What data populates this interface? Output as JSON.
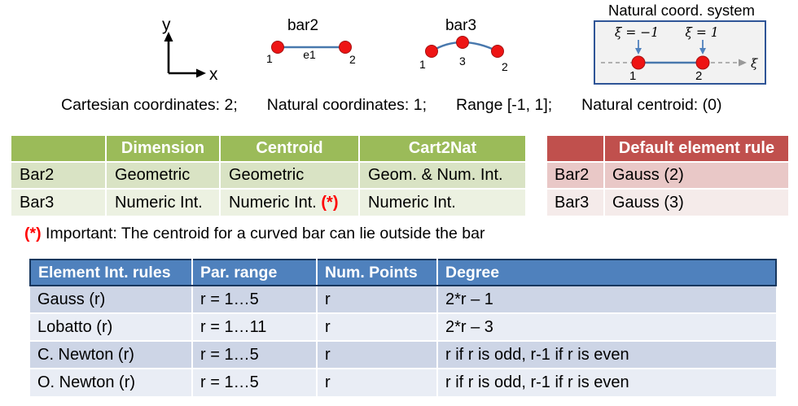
{
  "colors": {
    "green_header": "#9BBB59",
    "green_row_dark": "#D9E3C4",
    "green_row_light": "#ECF1E1",
    "red_header": "#C0504D",
    "red_row_dark": "#E9C8C7",
    "red_row_light": "#F5EBEA",
    "blue_header": "#4F81BD",
    "blue_row_dark": "#CDD5E6",
    "blue_row_light": "#E9EDF5",
    "navy": "#17375E",
    "bar_blue": "#4878AD",
    "node_red": "#EE1414",
    "node_red_edge": "#A51212",
    "arrow_blue": "#4F81BD",
    "box_border": "#2F5597",
    "box_fill": "#F2F2F2",
    "dash_gray": "#999999",
    "marker_red": "#FF0000"
  },
  "diagrams": {
    "axes": {
      "y_label": "y",
      "x_label": "x"
    },
    "bar2": {
      "title": "bar2",
      "node1_label": "1",
      "element_label": "e1",
      "node2_label": "2"
    },
    "bar3": {
      "title": "bar3",
      "node1_label": "1",
      "node3_label": "3",
      "node2_label": "2"
    },
    "natural_box": {
      "title": "Natural coord. system",
      "xi_minus_label": "ξ = −1",
      "xi_plus_label": "ξ = 1",
      "node1_label": "1",
      "node2_label": "2",
      "axis_label": "ξ"
    }
  },
  "coords_line": {
    "segments": [
      "Cartesian coordinates: 2;",
      "Natural coordinates: 1;",
      "Range [-1, 1];",
      "Natural centroid: (0)"
    ]
  },
  "green_table": {
    "headers": [
      "",
      "Dimension",
      "Centroid",
      "Cart2Nat"
    ],
    "rows": [
      [
        "Bar2",
        "Geometric",
        "Geometric",
        "Geom. & Num. Int."
      ],
      [
        "Bar3",
        "Numeric Int.",
        "Numeric Int.",
        "Numeric Int."
      ]
    ],
    "centroid_marker": "(*)"
  },
  "red_table": {
    "headers": [
      "",
      "Default element rule"
    ],
    "rows": [
      [
        "Bar2",
        "Gauss (2)"
      ],
      [
        "Bar3",
        "Gauss (3)"
      ]
    ]
  },
  "note": {
    "marker": "(*)",
    "text": "Important: The centroid for a curved bar can lie outside the bar"
  },
  "rules_table": {
    "headers": [
      "Element Int. rules",
      "Par. range",
      "Num. Points",
      "Degree"
    ],
    "rows": [
      [
        "Gauss (r)",
        "r = 1…5",
        "r",
        "2*r – 1"
      ],
      [
        "Lobatto (r)",
        "r = 1…11",
        "r",
        "2*r – 3"
      ],
      [
        "C. Newton (r)",
        "r = 1…5",
        "r",
        "r if r is odd, r-1 if r is even"
      ],
      [
        "O. Newton (r)",
        "r = 1…5",
        "r",
        "r if r is odd, r-1 if r is even"
      ]
    ]
  }
}
